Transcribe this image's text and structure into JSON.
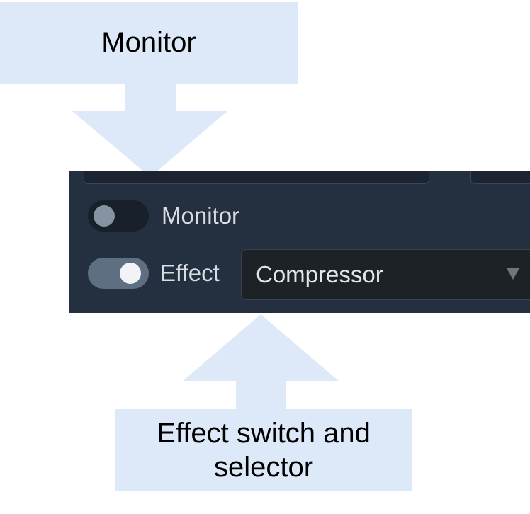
{
  "callouts": {
    "top": "Monitor",
    "bottom": "Effect switch and selector"
  },
  "panel": {
    "monitor": {
      "label": "Monitor",
      "enabled": false
    },
    "effect": {
      "label": "Effect",
      "enabled": true,
      "selected": "Compressor"
    }
  },
  "colors": {
    "callout_bg": "#dde9f8",
    "panel_bg": "#243040",
    "select_bg": "#1d2227",
    "toggle_on": "#5e6f82",
    "toggle_off": "#17202b"
  }
}
